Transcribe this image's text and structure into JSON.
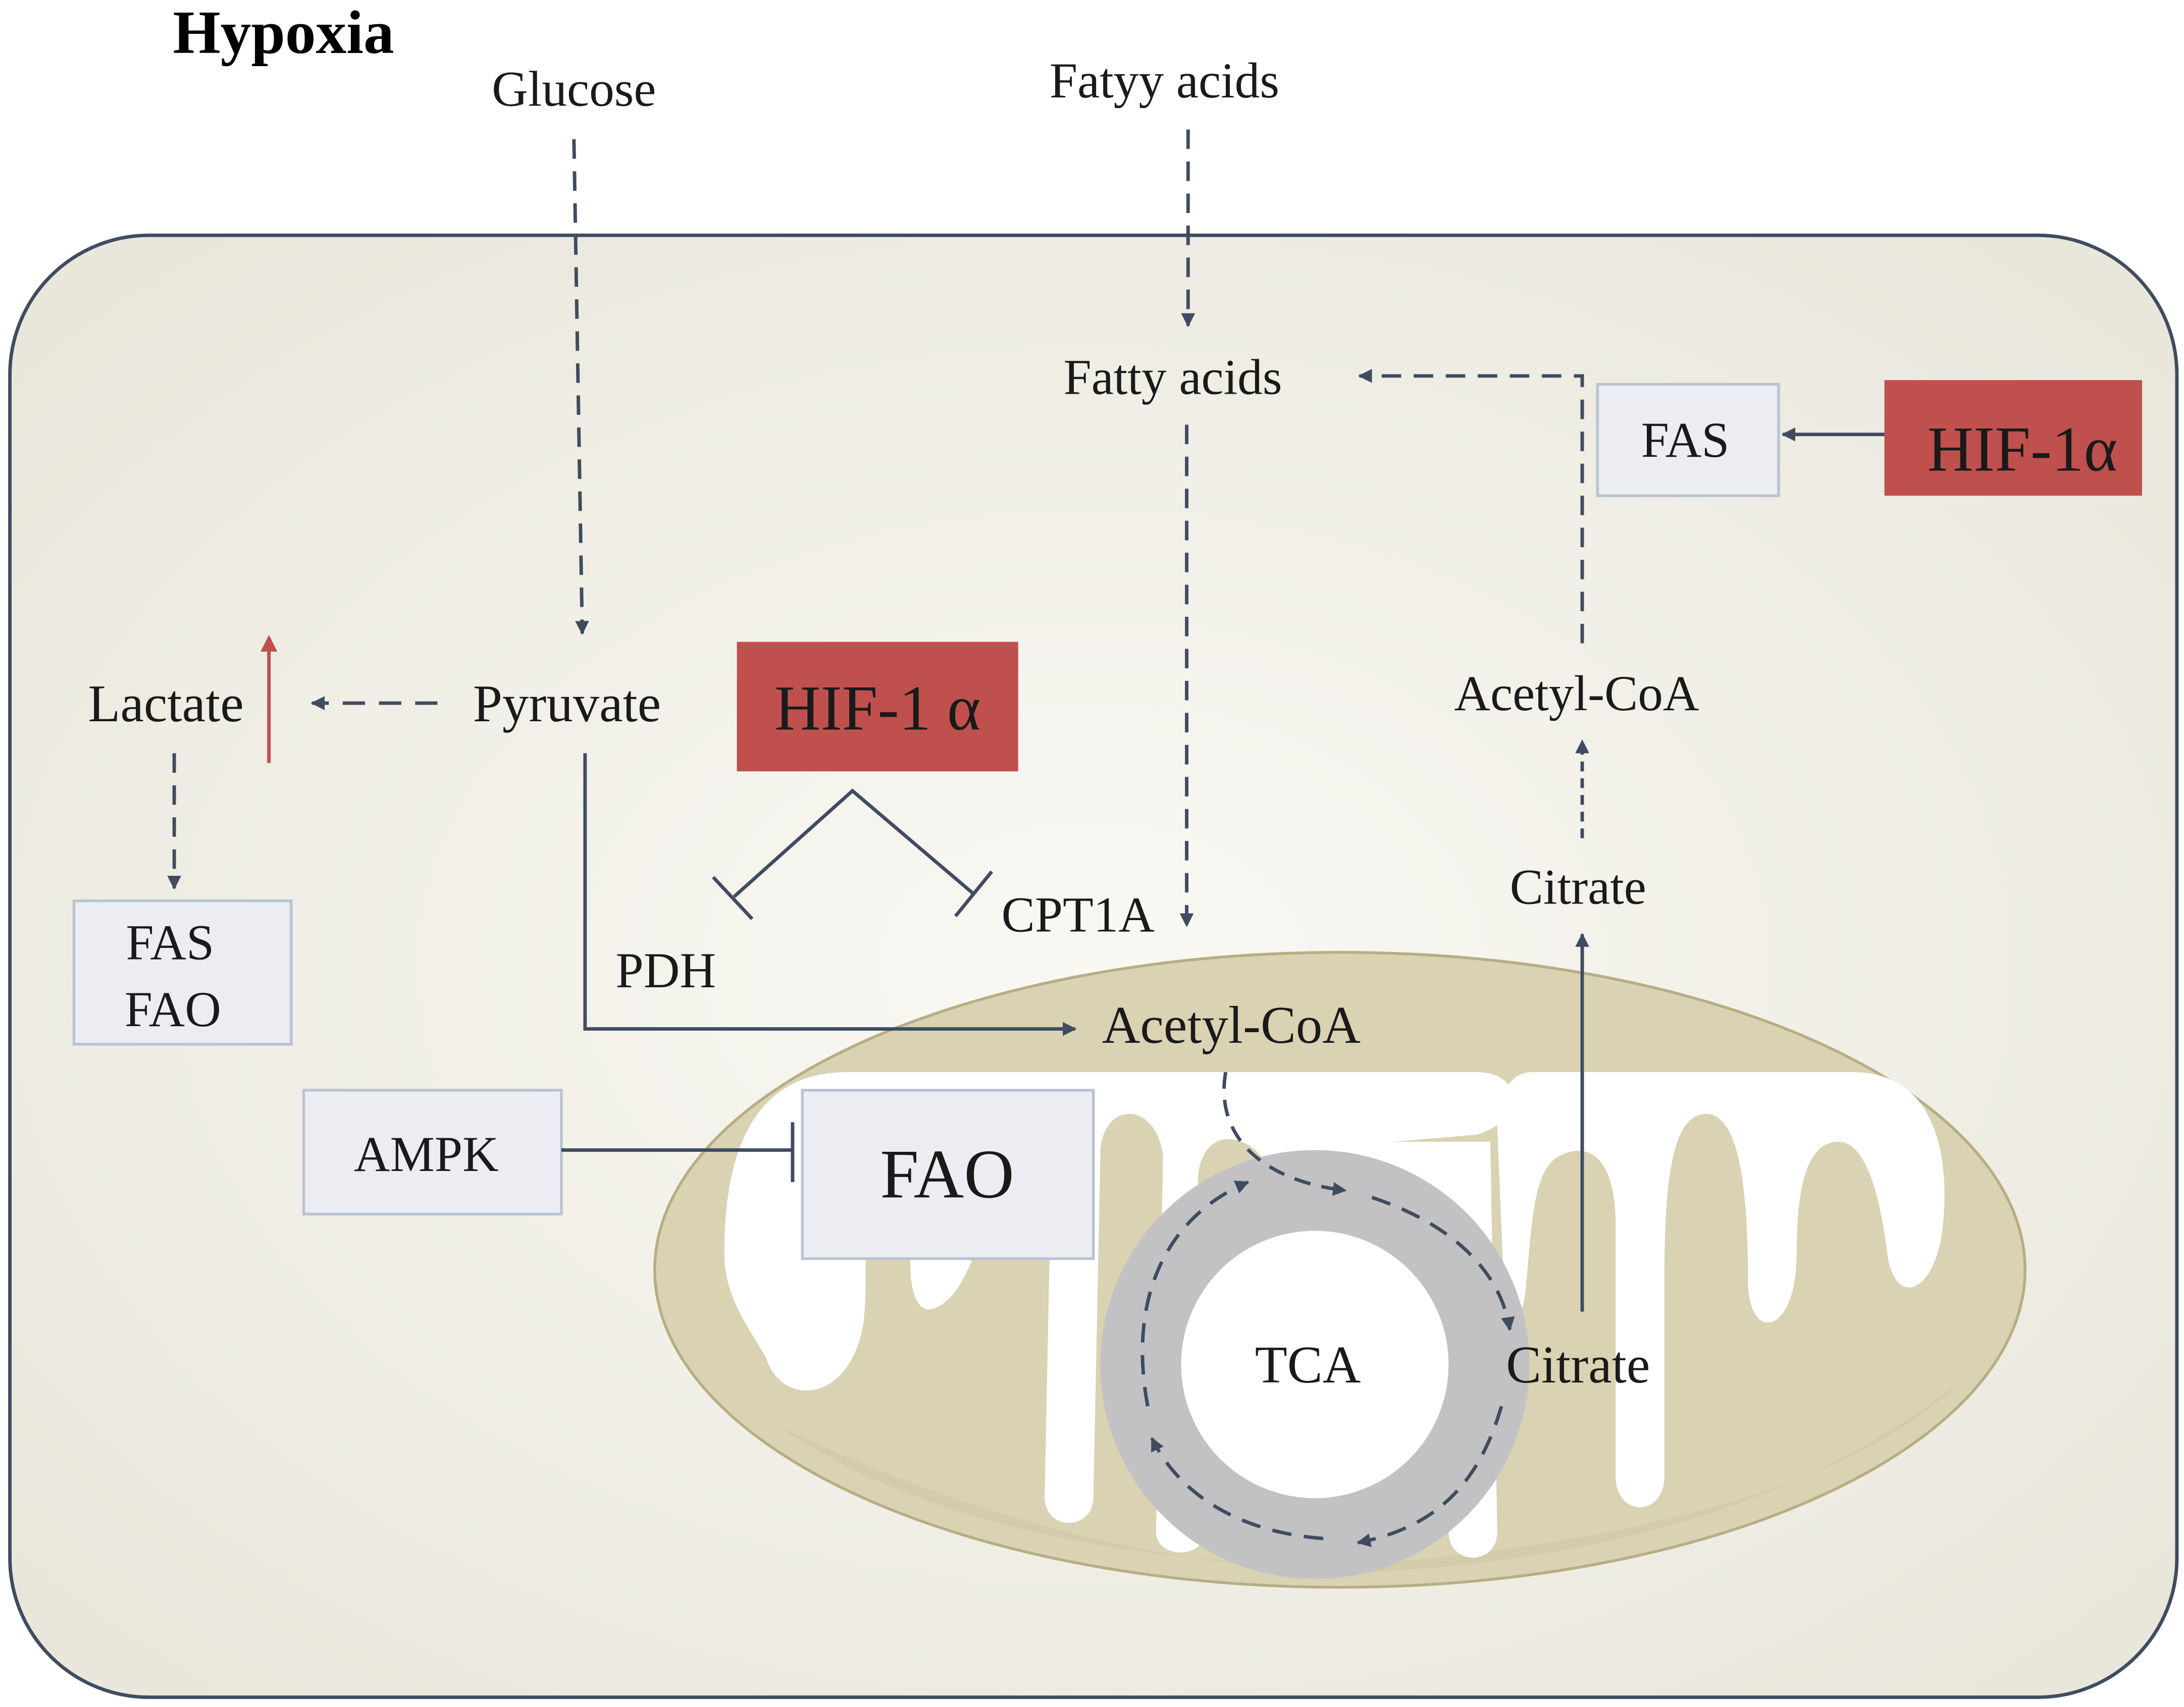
{
  "title": "Hypoxia",
  "colors": {
    "cell_fill": "#eeece3",
    "cell_stroke": "#3f4c60",
    "mito_fill": "#d9d2b3",
    "mito_stroke": "#b7ad83",
    "hif_red": "#c0504d",
    "box_fill": "#ebedf2",
    "box_stroke": "#b9c3d3",
    "arrow": "#3f4c60",
    "up_arrow": "#c0504d",
    "tca_ring": "#c2c2c4"
  },
  "external": {
    "glucose": "Glucose",
    "fatty_acids_outside": "Fatyy acids"
  },
  "cytosol": {
    "fatty_acids": "Fatty acids",
    "pyruvate": "Pyruvate",
    "lactate": "Lactate",
    "pdh": "PDH",
    "cpt1a": "CPT1A",
    "acetyl_coa_top": "Acetyl-CoA",
    "citrate_top": "Citrate"
  },
  "boxes": {
    "hif_right": "HIF-1α",
    "fas_right": "FAS",
    "hif_center": "HIF-1 α",
    "fas_left": "FAS",
    "fao_left": "FAO",
    "ampk": "AMPK",
    "fao_mito": "FAO"
  },
  "mitochondrion": {
    "acetyl_coa": "Acetyl-CoA",
    "tca": "TCA",
    "citrate": "Citrate"
  }
}
